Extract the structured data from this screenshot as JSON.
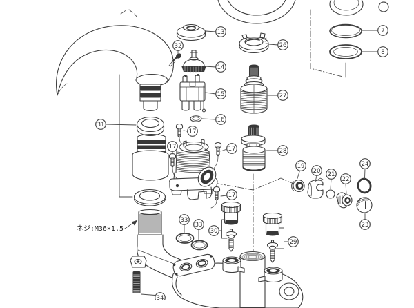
{
  "figure": {
    "kind": "exploded-parts-diagram",
    "subject": "two-handle deck faucet assembly",
    "background_color": "#ffffff",
    "line_color": "#3d3d3d",
    "dark_fill_color": "#383838",
    "callout_stroke_color": "#4a4a4a"
  },
  "annotations": {
    "thread_label": "ネジ:M36×1.5"
  },
  "callouts": {
    "p7": "7",
    "p8": "8",
    "p13": "13",
    "p14": "14",
    "p15": "15",
    "p16": "16",
    "p17": "17",
    "p19": "19",
    "p20": "20",
    "p21": "21",
    "p22": "22",
    "p23": "23",
    "p24": "24",
    "p26": "26",
    "p27": "27",
    "p28": "28",
    "p29": "29",
    "p30": "30",
    "p31": "31",
    "p32": "32",
    "p33": "33",
    "p34": "34"
  }
}
